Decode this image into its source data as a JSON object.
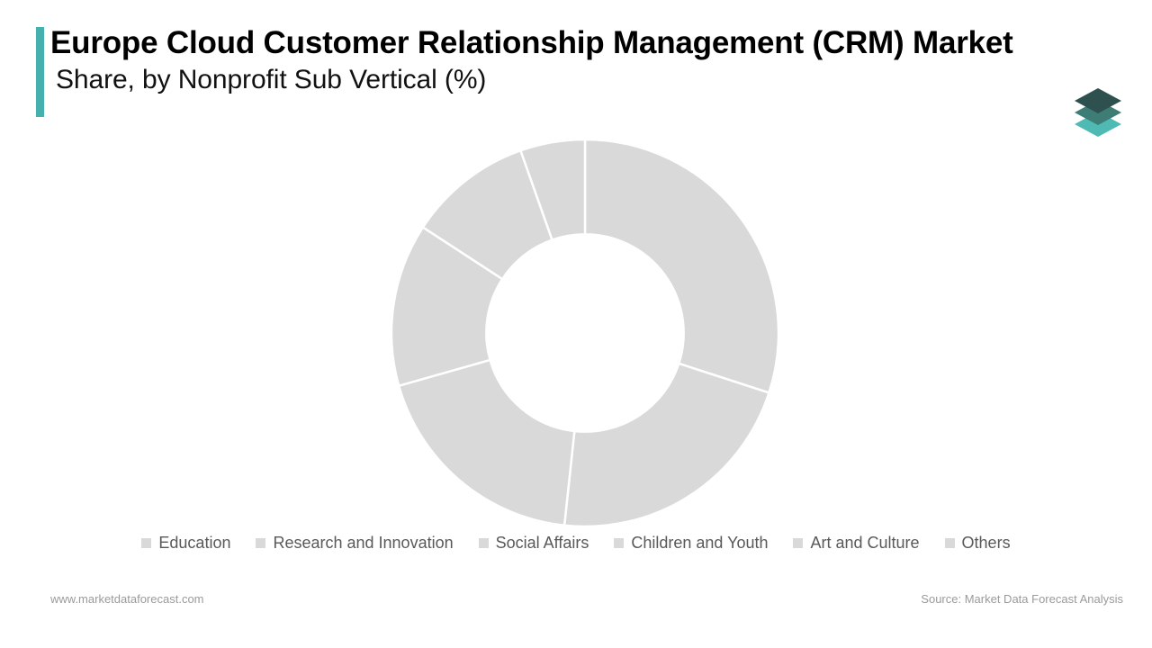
{
  "header": {
    "title_region": "Europe",
    "title_rest": " Cloud Customer Relationship Management (CRM) Market",
    "subtitle": "Share, by Nonprofit Sub Vertical (%)",
    "accent_color": "#45b0ad"
  },
  "logo": {
    "name": "stacked-layers-logo",
    "top_color": "#2e5150",
    "middle_color": "#3d7d76",
    "bottom_color": "#4fb9b4"
  },
  "chart_data": {
    "type": "pie",
    "variant": "donut",
    "title": "Europe Cloud Customer Relationship Management (CRM) Market Share, by Nonprofit Sub Vertical (%)",
    "xlabel": "",
    "ylabel": "",
    "units": "%",
    "legend_position": "bottom",
    "grid": false,
    "start_angle_deg": 0,
    "direction": "clockwise",
    "inner_radius_ratio": 0.51,
    "slice_color": "#d9d9d9",
    "separator_color": "#ffffff",
    "categories": [
      "Education",
      "Research and Innovation",
      "Social Affairs",
      "Children and Youth",
      "Art and Culture",
      "Others"
    ],
    "values": [
      30.0,
      21.7,
      18.9,
      13.6,
      10.4,
      5.4
    ],
    "boundary_angles_deg": [
      0,
      108,
      186,
      254,
      303,
      340.5,
      360
    ]
  },
  "legend": {
    "items": [
      {
        "label": "Education",
        "color": "#d9d9d9"
      },
      {
        "label": "Research and Innovation",
        "color": "#d9d9d9"
      },
      {
        "label": "Social Affairs",
        "color": "#d9d9d9"
      },
      {
        "label": "Children and Youth",
        "color": "#d9d9d9"
      },
      {
        "label": "Art and Culture",
        "color": "#d9d9d9"
      },
      {
        "label": "Others",
        "color": "#d9d9d9"
      }
    ]
  },
  "footer": {
    "website": "www.marketdataforecast.com",
    "source": "Source: Market Data Forecast Analysis"
  }
}
